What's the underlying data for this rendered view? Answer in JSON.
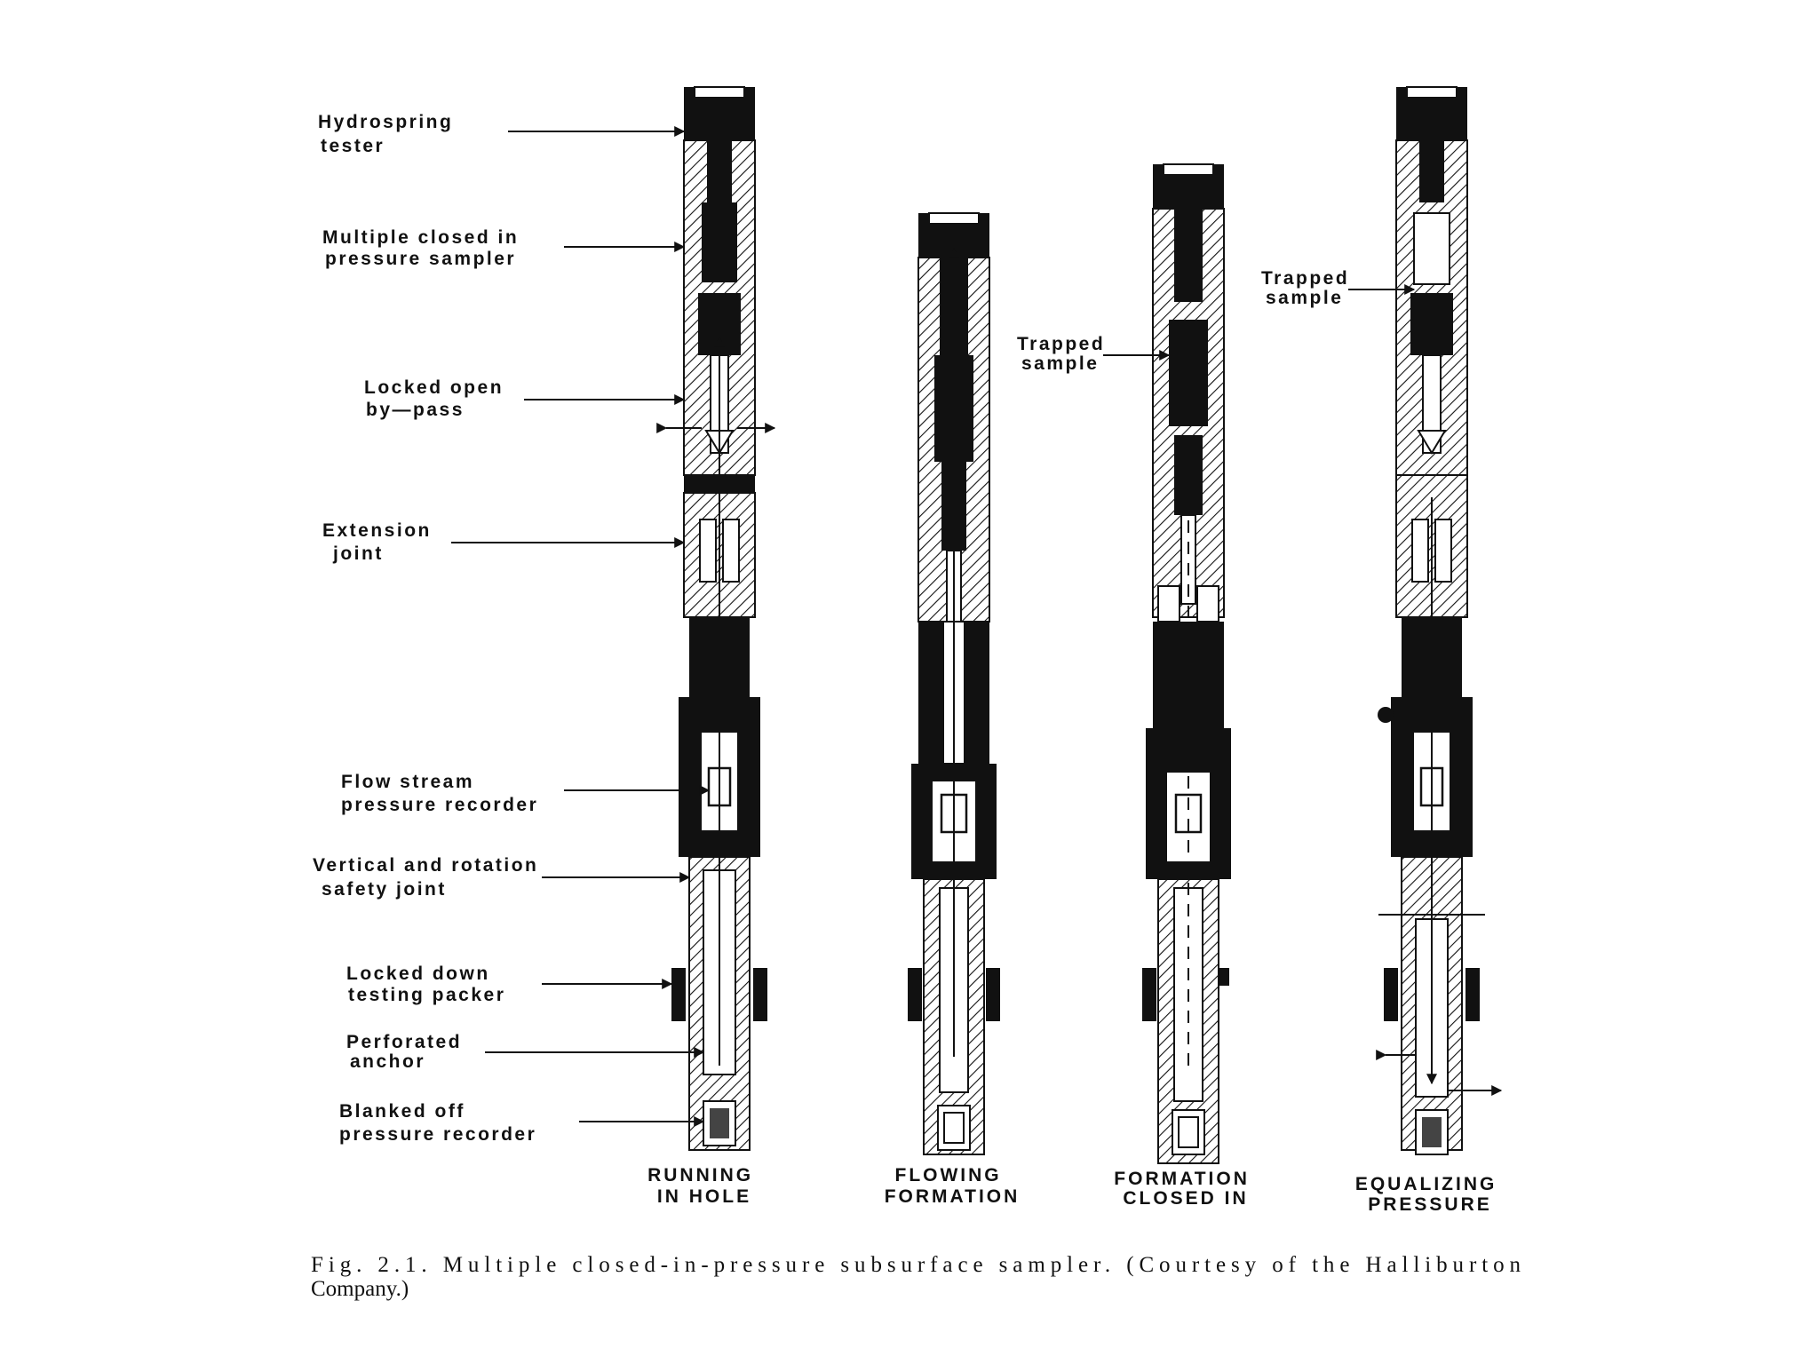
{
  "labels": {
    "hydrospring": [
      "Hydrospring",
      "tester"
    ],
    "multiple": [
      "Multiple closed in",
      "pressure sampler"
    ],
    "locked_open": [
      "Locked open",
      "by—pass"
    ],
    "extension": [
      "Extension",
      "joint"
    ],
    "flow_stream": [
      "Flow stream",
      "pressure recorder"
    ],
    "vertical": [
      "Vertical and rotation",
      "safety joint"
    ],
    "locked_down": [
      "Locked down",
      "testing packer"
    ],
    "perforated": [
      "Perforated",
      "anchor"
    ],
    "blanked": [
      "Blanked off",
      "pressure recorder"
    ],
    "trapped_3": [
      "Trapped",
      "sample"
    ],
    "trapped_4": [
      "Trapped",
      "sample"
    ]
  },
  "tools": [
    {
      "caption": [
        "RUNNING",
        "IN HOLE"
      ]
    },
    {
      "caption": [
        "FLOWING",
        "FORMATION"
      ]
    },
    {
      "caption": [
        "FORMATION",
        "CLOSED IN"
      ]
    },
    {
      "caption": [
        "EQUALIZING",
        "PRESSURE"
      ]
    }
  ],
  "figure_caption": [
    "Fig. 2.1. Multiple closed-in-pressure subsurface sampler. (Courtesy of the Halliburton",
    "Company.)"
  ],
  "colors": {
    "ink": "#111111",
    "paper": "#ffffff"
  }
}
